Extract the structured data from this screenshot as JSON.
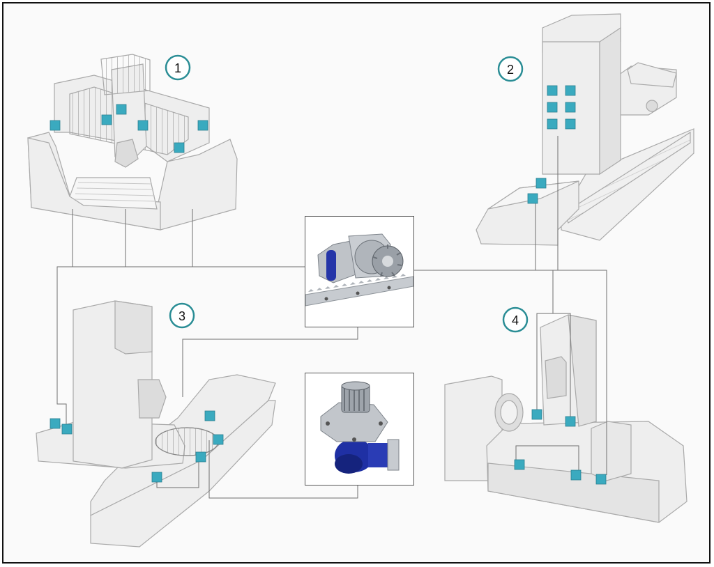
{
  "diagram": {
    "markers": [
      {
        "id": "m1",
        "label": "1"
      },
      {
        "id": "m2",
        "label": "2"
      },
      {
        "id": "m3",
        "label": "3"
      },
      {
        "id": "m4",
        "label": "4"
      }
    ],
    "colors": {
      "marker_ring": "#2a8d95",
      "sensor_square": "#3aaabf",
      "machine_fill": "#eeeeee",
      "machine_line": "#a9a9a9",
      "connector_line": "#6f6f6f",
      "gear_steel": "#b9bdc2",
      "gear_blue": "#1e2f9e"
    },
    "images": [
      {
        "id": "rack-pinion-gearbox",
        "icon": "rack-and-pinion-gearbox-photo"
      },
      {
        "id": "right-angle-gearbox",
        "icon": "right-angle-pinion-gearbox-photo"
      }
    ]
  }
}
